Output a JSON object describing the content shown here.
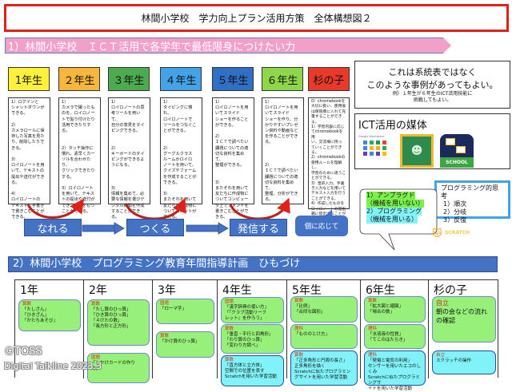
{
  "title": "林間小学校　学力向上プラン活用方策　全体構想図２",
  "section1": {
    "heading": "1）林間小学校　ＩＣＴ活用で各学年で最低限身につけたい力",
    "grades": [
      {
        "label": "1年生",
        "color": "#fef13c",
        "text_color": "#111",
        "content": "1）ログインと\nシャットダウンが\nできる。\n\n2）\nカメラロールに保\n存した写真を見た\nり、削除したりで\nきる。\n\n3）\nロイロノートを用\nいて、テキストの\n提出や送付ができ\nる。\n\n4）\nロイロノートの\nテキストに手書き\nで書きこむことが\nできる。"
      },
      {
        "label": "２年生",
        "color": "#f6b73c",
        "text_color": "#111",
        "content": "1）\nカメラで撮ったも\nのを、ロイロノー\nトで貼り付けたり\n活用できたりする。\n\n\n2）タッチ操作に\n慣れ、素早くカー\nソルを合わせたり、\nクリックできたり\nする。\n\n3）ロイロノート\nを用いて、テキス\nトの提出や送付が\nでき、感想をもつ\nことができる。"
      },
      {
        "label": "３年生",
        "color": "#4caa4f",
        "text_color": "#111",
        "content": "1）\nロイロノートの思\n考ツールを用いて、\n自分の意見をタイ\nピングできる。\n\n\n2）\nキーボードのタイ\nピングができるよ\nうになる。\n\n\n\n3）\n情報を集めて、必\n要な情報を選びデ\nジタル新聞を作成\nすることができる。"
      },
      {
        "label": "４年生",
        "color": "#43a3e8",
        "text_color": "#111",
        "content": "1）\nタイピングに慣れ、\nロイロノートで\nツールをつなぐこ\nとができる。\n\n\n2）\nグーグルクラス\nルームかロイロ\nノートを用いて、\nクイズやフォーム\nを作成することが\nできる。\n\n3）\nまたそれを用いて\n友だちに作成物に\nついてコメントが\n言える。"
      },
      {
        "label": "５年生",
        "color": "#2f6fc6",
        "text_color": "#111",
        "content": "1）\nロイロノートを用\nいてスライド\nショーを作ること\nができる。\n\n2）\nＩＣＴで調べたい\n課題についての適\n切な資料を集めて、\n整理ができる。\n\n\n3）\nまたそれを用いて\n友だちに作成物に\nついてコンピュー\nタ上でコメントを\n書きこむことがで\nきる。"
      },
      {
        "label": "６年生",
        "color": "#8fd64a",
        "text_color": "#111",
        "content": "1）\nロイロノートを用\nいてスライド\nショーを作り、分\nかりやすいプレゼ\nン資料や動画など\nを作ることができ\nる。\n\n\n\n2）\nＩＣＴで調べたい\n課題についての適\n切な資料を集めて、\n整理、分析ができ\nる。"
      },
      {
        "label": "杉の子",
        "color": "#e8392a",
        "text_color": "#111",
        "content": "0）chromebookを\n大切に扱い、使用後\nは保管庫に入れて充\n電することができる。\n1）学習内容に応じ\nてchromebookを用\nい、交流場に持っ\nていくことができる。\n2）chromebookの\n使用ルールを理解し、\n学習のために適うこ\nとができる。\n3）音声入力、手書\nき入力などを用いて\nテキスト入力を行う\nことができる。\n4）作成したものを\nロイロノートの提出\n箱に提出することが\nできる。"
      }
    ],
    "flow": [
      "なれる",
      "つくる",
      "発信する"
    ],
    "individual_label": "個に応じて",
    "note": {
      "line1": "これは系統表ではなく",
      "line2": "このような事例があってもよい。",
      "example": "例）１年生が６年生のICT活用技能に\n挑戦してもよい。"
    },
    "media": {
      "title": "ICT活用の媒体",
      "items": [
        "Google Workspace",
        "Google Classroom",
        "SCHOOL"
      ]
    },
    "programming_callout": {
      "item1": "1）アンプラグド",
      "item1_sub": "（機械を用いない）",
      "item2": "2）プログラミング",
      "item2_sub": "（機械を用いる）",
      "logo": "SCRATCH"
    },
    "thinking": {
      "title": "プログラミング的思考",
      "items": [
        "1）順次",
        "2）分岐",
        "3）反復"
      ]
    }
  },
  "section2": {
    "heading": "2）林間小学校　プログラミング教育年間指導計画　ひもづけ",
    "columns": [
      {
        "label": "1年",
        "cards": [
          {
            "subject": "算数",
            "text": "「たしざん」\n「ひきざん」\n「かたちあそび」",
            "kind": "green"
          }
        ]
      },
      {
        "label": "2年",
        "cards": [
          {
            "subject": "算数",
            "text": "「たし算のひっ算」\n「ひき算のひっ算」\n「４けたの数」\n「長方形と正方形」",
            "kind": "green"
          },
          {
            "subject": "国語",
            "text": "「しかけカードの作り\n方」",
            "kind": "green"
          }
        ]
      },
      {
        "label": "3年",
        "cards": [
          {
            "subject": "国語",
            "text": "「ローマ字」",
            "kind": "green"
          },
          {
            "subject": "算数",
            "text": "「かけ算のひっ算」",
            "kind": "green"
          }
        ]
      },
      {
        "label": "4年生",
        "cards": [
          {
            "subject": "国語",
            "text": "「漢字辞典の使い方」\n「『クラブ活動リーフ\nレット』を作ろう」",
            "kind": "green"
          },
          {
            "subject": "算数",
            "text": "「垂直・平行と四角形」\n「わり算のひっ算」\n「変わり方調べ」",
            "kind": "green"
          },
          {
            "subject": "算数",
            "text": "「直方体と立方体」\n空間での位置を表す\nScratchを用いた学習活動",
            "kind": "cyan"
          }
        ]
      },
      {
        "label": "5年生",
        "cards": [
          {
            "subject": "算数",
            "text": "「比例」\n「合同な図形」",
            "kind": "green"
          },
          {
            "subject": "理科",
            "text": "「もののとけ方」",
            "kind": "green"
          },
          {
            "subject": "算数",
            "text": "「正多角形と円周の長さ」\n正多角形を描く\nScratchに似たプログラミン\nグサイトを用いた学習活動",
            "kind": "cyan"
          }
        ]
      },
      {
        "label": "6年生",
        "cards": [
          {
            "subject": "算数",
            "text": "「拡大図と縮図」\n「場合の数」",
            "kind": "green"
          },
          {
            "subject": "理科",
            "text": "「水溶液の性質」\n「てこのはたらき」",
            "kind": "green"
          },
          {
            "subject": "理科",
            "text": "「発電と電気の利用」\nセンサーを用いたエコのしくみ\nScratchに似たプログラミングサ\nイトを用いた学習活動",
            "kind": "cyan"
          }
        ]
      },
      {
        "label": "杉の子",
        "cards": [
          {
            "subject": "自立",
            "text": "朝の会などの流れ\nの確認",
            "kind": "green"
          },
          {
            "subject": "自立",
            "text": "スクラッチの操作",
            "kind": "cyan"
          }
        ]
      }
    ]
  },
  "watermark": {
    "line1": "©TOSS",
    "line2": "Digital Talkline 2023.3"
  },
  "colors": {
    "title_border": "#e0201a",
    "section1_bar": "#f2a0c8",
    "section2_bar": "#4472c4",
    "flow_box": "#4472c4",
    "card_green": "#96f07a",
    "card_cyan": "#80f2f8",
    "subject_red": "#d0301a"
  }
}
